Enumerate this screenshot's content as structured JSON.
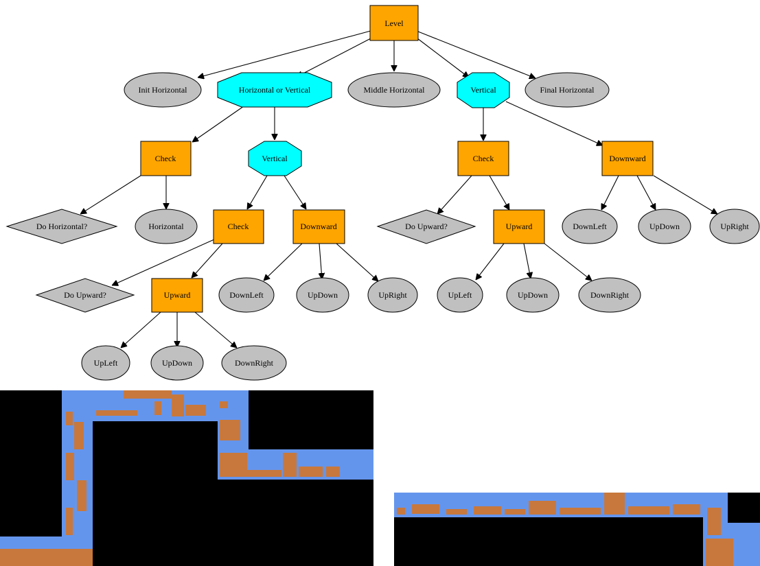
{
  "colors": {
    "rect_fill": "#ffa500",
    "octagon_fill": "#00ffff",
    "ellipse_fill": "#c0c0c0",
    "diamond_fill": "#c0c0c0",
    "map_background": "#000000",
    "map_corridor": "#6495ed",
    "map_tiles": "#c8783c"
  },
  "nodes": {
    "level": "Level",
    "init_horizontal": "Init Horizontal",
    "horizontal_or_vertical": "Horizontal or Vertical",
    "middle_horizontal": "Middle Horizontal",
    "vertical_top": "Vertical",
    "final_horizontal": "Final Horizontal",
    "check_a": "Check",
    "vertical_inner": "Vertical",
    "do_horizontal": "Do Horizontal?",
    "horizontal": "Horizontal",
    "check_b": "Check",
    "downward_a": "Downward",
    "do_upward_a": "Do Upward?",
    "upward_a": "Upward",
    "downleft_a": "DownLeft",
    "updown_a": "UpDown",
    "upright_a": "UpRight",
    "upleft_a": "UpLeft",
    "updown_b": "UpDown",
    "downright_a": "DownRight",
    "check_c": "Check",
    "downward_b": "Downward",
    "do_upward_b": "Do Upward?",
    "upward_b": "Upward",
    "downleft_b": "DownLeft",
    "updown_c": "UpDown",
    "upright_b": "UpRight",
    "upleft_b": "UpLeft",
    "updown_d": "UpDown",
    "downright_b": "DownRight"
  }
}
